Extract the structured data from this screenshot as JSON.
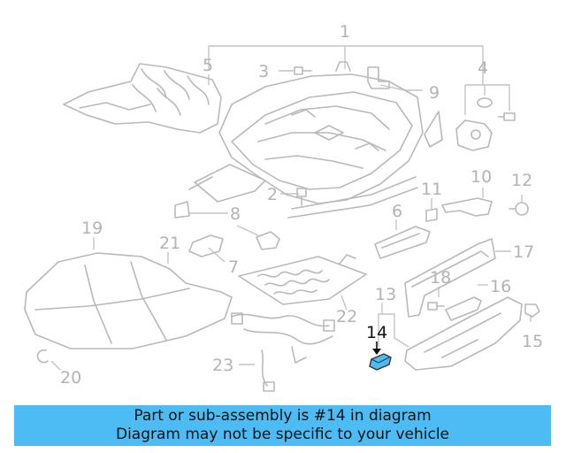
{
  "diagram": {
    "callouts": [
      {
        "id": "1",
        "label": "1"
      },
      {
        "id": "2",
        "label": "2"
      },
      {
        "id": "3",
        "label": "3"
      },
      {
        "id": "4",
        "label": "4"
      },
      {
        "id": "5",
        "label": "5"
      },
      {
        "id": "6",
        "label": "6"
      },
      {
        "id": "7",
        "label": "7"
      },
      {
        "id": "8",
        "label": "8"
      },
      {
        "id": "9",
        "label": "9"
      },
      {
        "id": "10",
        "label": "10"
      },
      {
        "id": "11",
        "label": "11"
      },
      {
        "id": "12",
        "label": "12"
      },
      {
        "id": "13",
        "label": "13"
      },
      {
        "id": "14",
        "label": "14"
      },
      {
        "id": "15",
        "label": "15"
      },
      {
        "id": "16",
        "label": "16"
      },
      {
        "id": "17",
        "label": "17"
      },
      {
        "id": "18",
        "label": "18"
      },
      {
        "id": "19",
        "label": "19"
      },
      {
        "id": "20",
        "label": "20"
      },
      {
        "id": "21",
        "label": "21"
      },
      {
        "id": "22",
        "label": "22"
      },
      {
        "id": "23",
        "label": "23"
      }
    ],
    "highlighted_part": "14",
    "highlight_color": "#4dbcf4"
  },
  "caption": {
    "line1": "Part or sub-assembly is #14 in diagram",
    "line2": "Diagram may not be specific to your vehicle",
    "background": "#4dbcf4"
  }
}
